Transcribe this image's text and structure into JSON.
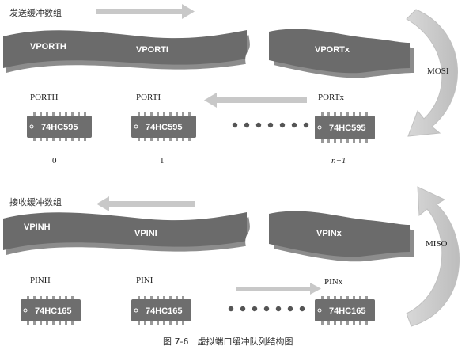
{
  "send_buffer": {
    "title": "发送缓冲数组",
    "bands": [
      "VPORTH",
      "VPORTI",
      "VPORTx"
    ],
    "ports": [
      "PORTH",
      "PORTI",
      "PORTx"
    ],
    "chips": [
      "74HC595",
      "74HC595",
      "74HC595"
    ],
    "indices": [
      "0",
      "1",
      "n−1"
    ],
    "bus_label": "MOSI"
  },
  "receive_buffer": {
    "title": "接收缓冲数组",
    "bands": [
      "VPINH",
      "VPINI",
      "VPINx"
    ],
    "ports": [
      "PINH",
      "PINI",
      "PINx"
    ],
    "chips": [
      "74HC165",
      "74HC165",
      "74HC165"
    ],
    "bus_label": "MISO"
  },
  "caption": "图 7-6　虚拟端口缓冲队列结构图",
  "colors": {
    "band": "#6b6b6b",
    "band_shadow": "#8c8c8c",
    "chip": "#6e6e6e",
    "arrow": "#c8c8c8",
    "dot": "#555555"
  }
}
